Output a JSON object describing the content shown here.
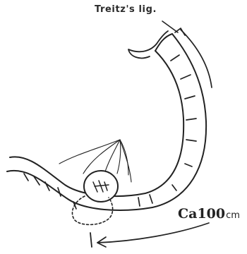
{
  "labels": {
    "ligament": "Treitz's lig.",
    "distance_prefix": "Ca",
    "distance_value": "100",
    "distance_unit": "cm"
  },
  "colors": {
    "ink": "#222222",
    "background": "#ffffff"
  }
}
